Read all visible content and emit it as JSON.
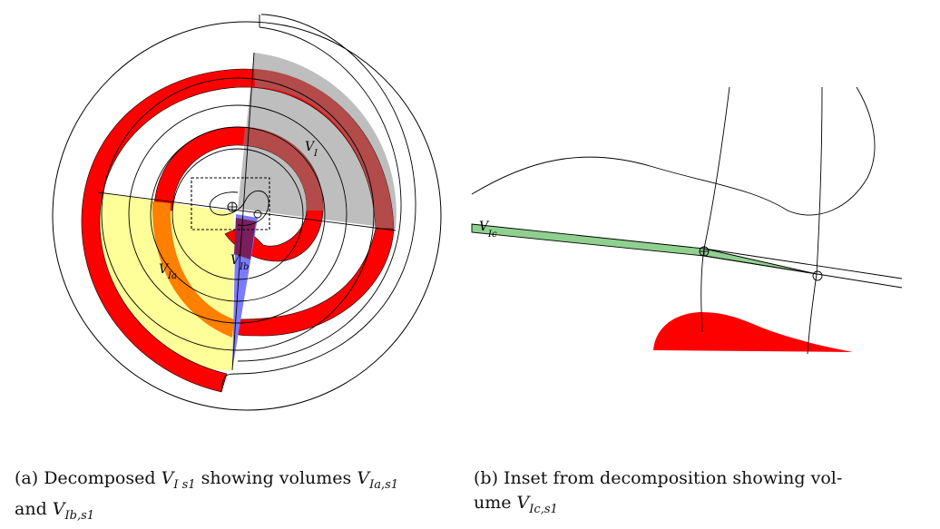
{
  "figure_a": {
    "labels": {
      "vi_main": "V",
      "vi_main_sub": "I",
      "via_main": "V",
      "via_sub": "Ia",
      "vib_main": "V",
      "vib_sub": "Ib"
    },
    "caption": {
      "prefix": "(a) Decomposed ",
      "v1": "V",
      "v1_sub": "I s1",
      "mid": " showing volumes ",
      "v2": "V",
      "v2_sub": "Ia,s1",
      "line2_prefix": "and ",
      "v3": "V",
      "v3_sub": "Ib,s1"
    }
  },
  "figure_b": {
    "labels": {
      "vic_main": "V",
      "vic_sub": "Ic"
    },
    "caption": {
      "prefix": "(b) Inset from decomposition showing vol-",
      "line2_prefix": "ume ",
      "v1": "V",
      "v1_sub": "Ic,s1"
    }
  },
  "colors": {
    "red": "#ff0000",
    "gray": "#bebebe",
    "brown": "#b34b4b",
    "yellow": "#ffff99",
    "orange": "#ff7f00",
    "blue": "#7b7bff",
    "purple": "#7a1f5c",
    "green": "#8fd08f"
  }
}
